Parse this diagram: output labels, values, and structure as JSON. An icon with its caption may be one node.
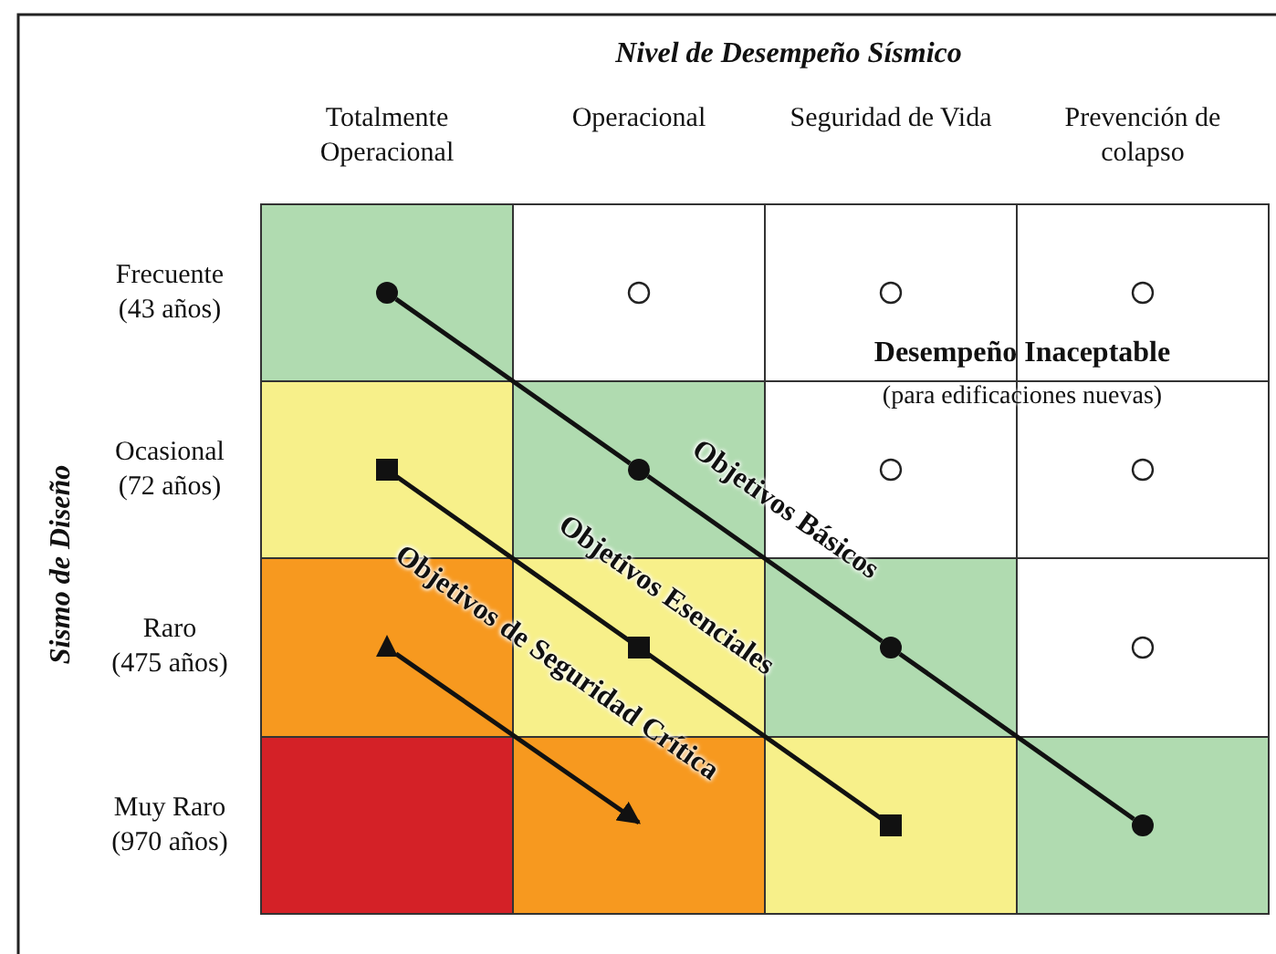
{
  "diagram": {
    "nodes": [
      {
        "text": [],
        "shape": "circle"
      },
      {
        "text": [],
        "shape": "box"
      },
      {
        "text": [],
        "shape": "circle"
      },
      {
        "text": [],
        "shape": "triangle"
      },
      {
        "text": [],
        "shape": "box"
      },
      {
        "text": [],
        "shape": "circle"
      },
      {
        "text": [],
        "shape": "box"
      },
      {
        "text": [],
        "shape": "circle"
      }
    ],
    "edges": [
      {
        "from": 0,
        "to": 2,
        "arrow": "none"
      },
      {
        "from": 2,
        "to": 5,
        "arrow": "none"
      },
      {
        "from": 5,
        "to": 7,
        "arrow": "none"
      },
      {
        "from": 1,
        "to": 4,
        "arrow": "none"
      },
      {
        "from": 4,
        "to": 6,
        "arrow": "none"
      },
      {
        "from": 3,
        "to": null,
        "arrow": "to"
      }
    ],
    "labels": [
      "Nivel de Desempeño Sísmico",
      "Totalmente Operacional",
      "Operacional",
      "Seguridad de Vida",
      "Prevención de colapso",
      "Sismo de Diseño",
      "Frecuente (43 años)",
      "Ocasional (72 años)",
      "Raro (475 años)",
      "Muy Raro (970 años)",
      "Desempeño Inaceptable",
      "(para edificaciones nuevas)",
      "Objetivos Básicos",
      "Objetivos Esenciales",
      "Objetivos de Seguridad Crítica"
    ]
  }
}
